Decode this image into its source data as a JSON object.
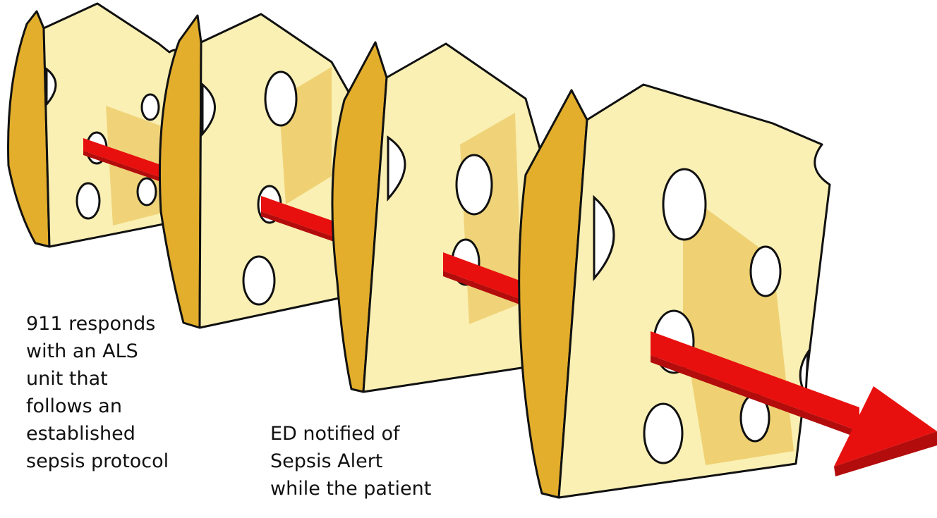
{
  "diagram": {
    "type": "swiss-cheese-model",
    "icons": [
      "cheese-slice-icon",
      "arrow-icon"
    ],
    "colors": {
      "cheese_face": "#FAF0B4",
      "cheese_side": "#E3AE2C",
      "cheese_inner_shadow": "#E8BC48",
      "outline": "#111111",
      "hole_fill": "#FFFFFF",
      "arrow_front": "#E8100E",
      "arrow_dark": "#B30C0C"
    },
    "captions": [
      {
        "text": "911 responds\nwith an ALS\nunit that\nfollows an\nestablished\nsepsis protocol"
      },
      {
        "text": "ED notified of\nSepsis Alert\nwhile the patient"
      }
    ]
  }
}
